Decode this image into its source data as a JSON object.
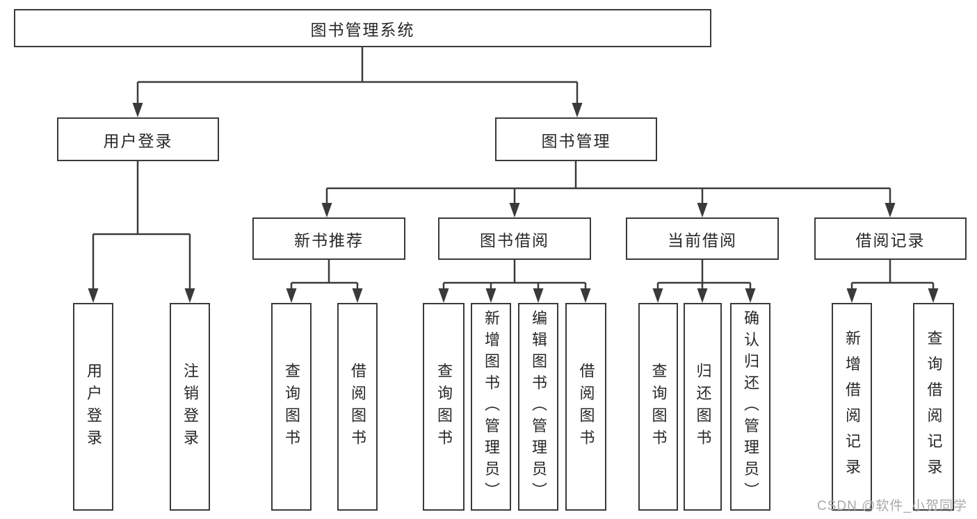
{
  "tree": {
    "label": "图书管理系统",
    "children": [
      {
        "label": "用户登录",
        "children": [
          {
            "label": "用户登录"
          },
          {
            "label": "注销登录"
          }
        ]
      },
      {
        "label": "图书管理",
        "children": [
          {
            "label": "新书推荐",
            "children": [
              {
                "label": "查询图书"
              },
              {
                "label": "借阅图书"
              }
            ]
          },
          {
            "label": "图书借阅",
            "children": [
              {
                "label": "查询图书"
              },
              {
                "label": "新增图书（管理员）"
              },
              {
                "label": "编辑图书（管理员）"
              },
              {
                "label": "借阅图书"
              }
            ]
          },
          {
            "label": "当前借阅",
            "children": [
              {
                "label": "查询图书"
              },
              {
                "label": "归还图书"
              },
              {
                "label": "确认归还（管理员）"
              }
            ]
          },
          {
            "label": "借阅记录",
            "children": [
              {
                "label": "新增借阅记录"
              },
              {
                "label": "查询借阅记录"
              }
            ]
          }
        ]
      }
    ]
  },
  "watermark": {
    "text": "CSDN @软件_小贺同学"
  },
  "colors": {
    "line": "#3a3a3a",
    "box_border": "#3a3a3a",
    "text": "#272727",
    "watermark": "#a9a9ad",
    "background": "#ffffff"
  }
}
